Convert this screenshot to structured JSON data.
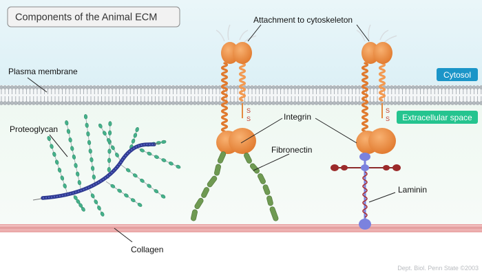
{
  "title": "Components of the Animal ECM",
  "labels": {
    "attachment": "Attachment to cytoskeleton",
    "plasma_membrane": "Plasma membrane",
    "proteoglycan": "Proteoglycan",
    "integrin": "Integrin",
    "fibronectin": "Fibronectin",
    "laminin": "Laminin",
    "collagen": "Collagen"
  },
  "regions": {
    "cytosol": "Cytosol",
    "extracellular": "Extracellular space"
  },
  "disulfide": {
    "s1": "S",
    "s2": "S"
  },
  "credit": "Dept. Biol. Penn State ©2003",
  "colors": {
    "cytosol_bg": "#e2f3f7",
    "extracellular_bg": "#eef8f1",
    "cytosol_badge": "#1b95c8",
    "extracellular_badge": "#25c48f",
    "integrin": "#f08a3c",
    "fibronectin": "#6f9a52",
    "laminin_blue": "#7b82de",
    "laminin_red": "#9b2a2a",
    "collagen": "#e8a6a6",
    "proteoglycan_core": "#2e3990",
    "proteoglycan_bead": "#45b08a"
  }
}
